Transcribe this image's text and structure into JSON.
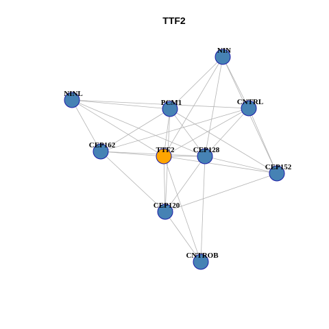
{
  "title": "TTF2",
  "colors": {
    "node": "#4682B4",
    "center": "#FFA500",
    "edge": "#b3b3b3",
    "stroke": "#1a1aa6"
  },
  "nodes": [
    {
      "id": "NIN",
      "center": false
    },
    {
      "id": "NINL",
      "center": false
    },
    {
      "id": "PCM1",
      "center": false
    },
    {
      "id": "CNTRL",
      "center": false
    },
    {
      "id": "CEP162",
      "center": false
    },
    {
      "id": "TTF2",
      "center": true
    },
    {
      "id": "CEP128",
      "center": false
    },
    {
      "id": "CEP152",
      "center": false
    },
    {
      "id": "CEP120",
      "center": false
    },
    {
      "id": "CNTROB",
      "center": false
    }
  ],
  "edges": [
    [
      "NIN",
      "PCM1"
    ],
    [
      "NIN",
      "TTF2"
    ],
    [
      "NIN",
      "CEP128"
    ],
    [
      "NIN",
      "CNTRL"
    ],
    [
      "NIN",
      "CEP152"
    ],
    [
      "NINL",
      "PCM1"
    ],
    [
      "NINL",
      "CNTRL"
    ],
    [
      "NINL",
      "TTF2"
    ],
    [
      "NINL",
      "CEP162"
    ],
    [
      "NINL",
      "CEP128"
    ],
    [
      "PCM1",
      "CEP162"
    ],
    [
      "PCM1",
      "TTF2"
    ],
    [
      "PCM1",
      "CEP120"
    ],
    [
      "PCM1",
      "CEP128"
    ],
    [
      "PCM1",
      "CEP152"
    ],
    [
      "CNTRL",
      "CEP162"
    ],
    [
      "CNTRL",
      "TTF2"
    ],
    [
      "CNTRL",
      "CEP128"
    ],
    [
      "CNTRL",
      "CEP152"
    ],
    [
      "CEP162",
      "TTF2"
    ],
    [
      "CEP162",
      "CEP128"
    ],
    [
      "CEP162",
      "CEP120"
    ],
    [
      "TTF2",
      "CEP128"
    ],
    [
      "TTF2",
      "CEP120"
    ],
    [
      "TTF2",
      "CNTROB"
    ],
    [
      "TTF2",
      "CEP152"
    ],
    [
      "CEP128",
      "CEP120"
    ],
    [
      "CEP128",
      "CEP152"
    ],
    [
      "CEP128",
      "CNTROB"
    ],
    [
      "CEP152",
      "CEP120"
    ],
    [
      "CEP120",
      "CNTROB"
    ]
  ]
}
